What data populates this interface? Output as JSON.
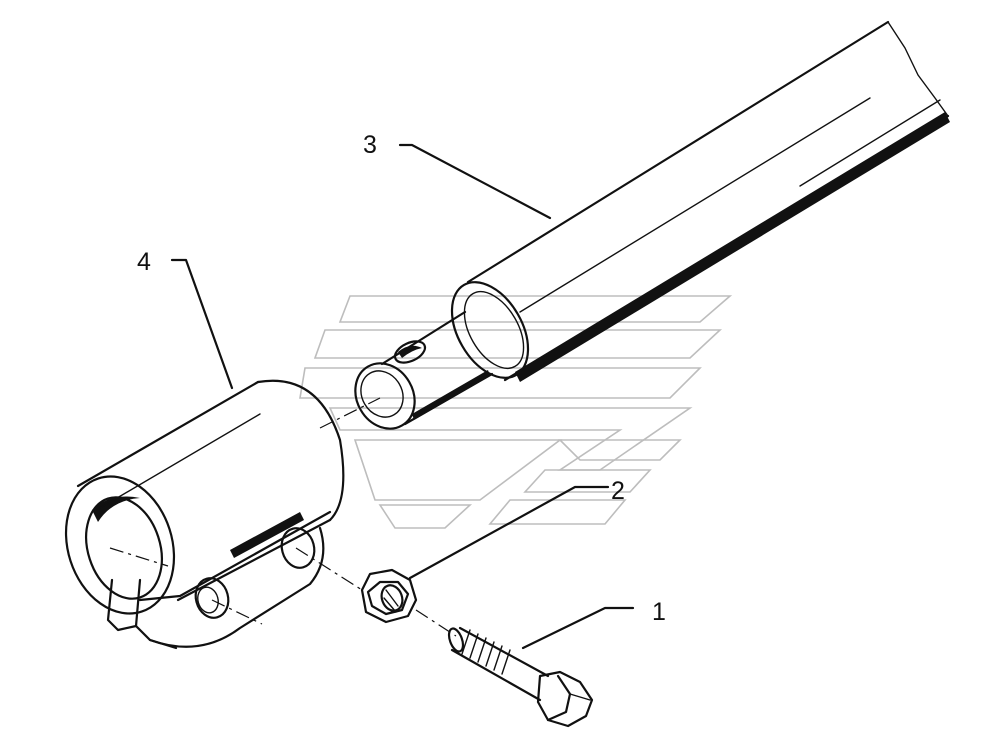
{
  "diagram": {
    "callouts": [
      {
        "id": "1",
        "label": "1",
        "part": "bolt"
      },
      {
        "id": "2",
        "label": "2",
        "part": "lock-nut"
      },
      {
        "id": "3",
        "label": "3",
        "part": "shaft-tube"
      },
      {
        "id": "4",
        "label": "4",
        "part": "clamp-sleeve"
      }
    ]
  }
}
